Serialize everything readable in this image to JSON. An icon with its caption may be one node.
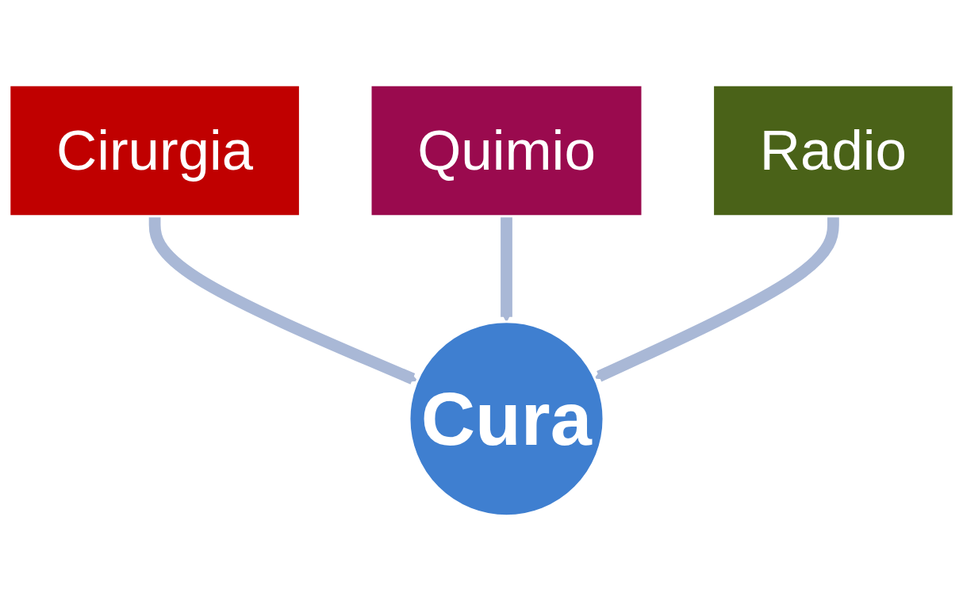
{
  "diagram": {
    "nodes": [
      {
        "text": [
          "Cirurgia"
        ]
      },
      {
        "text": [
          "Quimio"
        ]
      },
      {
        "text": [
          "Radio"
        ]
      },
      {
        "text": [
          "Cura"
        ]
      }
    ],
    "edges": [
      {
        "from": 0,
        "to": 3,
        "arrow": "to"
      },
      {
        "from": 1,
        "to": 3,
        "arrow": "to"
      },
      {
        "from": 2,
        "to": 3,
        "arrow": "to"
      }
    ]
  }
}
